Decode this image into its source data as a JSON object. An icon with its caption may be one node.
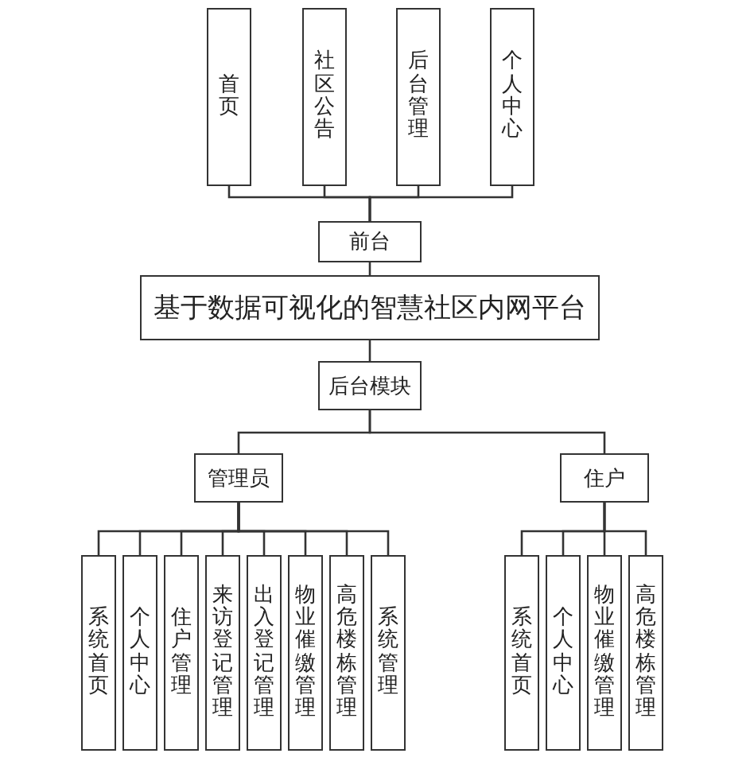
{
  "diagram": {
    "nodes": [
      {
        "text": [
          "首页"
        ]
      },
      {
        "text": [
          "社区公告"
        ]
      },
      {
        "text": [
          "后台管理"
        ]
      },
      {
        "text": [
          "个人中心"
        ]
      },
      {
        "text": [
          "前台"
        ]
      },
      {
        "text": [
          "基于数据可视化的智慧社区内网平台"
        ]
      },
      {
        "text": [
          "后台模块"
        ]
      },
      {
        "text": [
          "管理员"
        ]
      },
      {
        "text": [
          "住户"
        ]
      },
      {
        "text": [
          "系统首页"
        ]
      },
      {
        "text": [
          "个人中心"
        ]
      },
      {
        "text": [
          "住户管理"
        ]
      },
      {
        "text": [
          "来访登记管理"
        ]
      },
      {
        "text": [
          "出入登记管理"
        ]
      },
      {
        "text": [
          "物业催缴管理"
        ]
      },
      {
        "text": [
          "高危楼栋管理"
        ]
      },
      {
        "text": [
          "系统管理"
        ]
      },
      {
        "text": [
          "系统首页"
        ]
      },
      {
        "text": [
          "个人中心"
        ]
      },
      {
        "text": [
          "物业催缴管理"
        ]
      },
      {
        "text": [
          "高危楼栋管理"
        ]
      }
    ],
    "edges": [
      {
        "from": 4,
        "to": 0,
        "arrow": "none"
      },
      {
        "from": 4,
        "to": 1,
        "arrow": "none"
      },
      {
        "from": 4,
        "to": 2,
        "arrow": "none"
      },
      {
        "from": 4,
        "to": 3,
        "arrow": "none"
      },
      {
        "from": 5,
        "to": 4,
        "arrow": "none"
      },
      {
        "from": 5,
        "to": 6,
        "arrow": "none"
      },
      {
        "from": 6,
        "to": 7,
        "arrow": "none"
      },
      {
        "from": 6,
        "to": 8,
        "arrow": "none"
      },
      {
        "from": 7,
        "to": 9,
        "arrow": "none"
      },
      {
        "from": 7,
        "to": 10,
        "arrow": "none"
      },
      {
        "from": 7,
        "to": 11,
        "arrow": "none"
      },
      {
        "from": 7,
        "to": 12,
        "arrow": "none"
      },
      {
        "from": 7,
        "to": 13,
        "arrow": "none"
      },
      {
        "from": 7,
        "to": 14,
        "arrow": "none"
      },
      {
        "from": 7,
        "to": 15,
        "arrow": "none"
      },
      {
        "from": 7,
        "to": 16,
        "arrow": "none"
      },
      {
        "from": 8,
        "to": 17,
        "arrow": "none"
      },
      {
        "from": 8,
        "to": 18,
        "arrow": "none"
      },
      {
        "from": 8,
        "to": 19,
        "arrow": "none"
      },
      {
        "from": 8,
        "to": 20,
        "arrow": "none"
      }
    ]
  }
}
